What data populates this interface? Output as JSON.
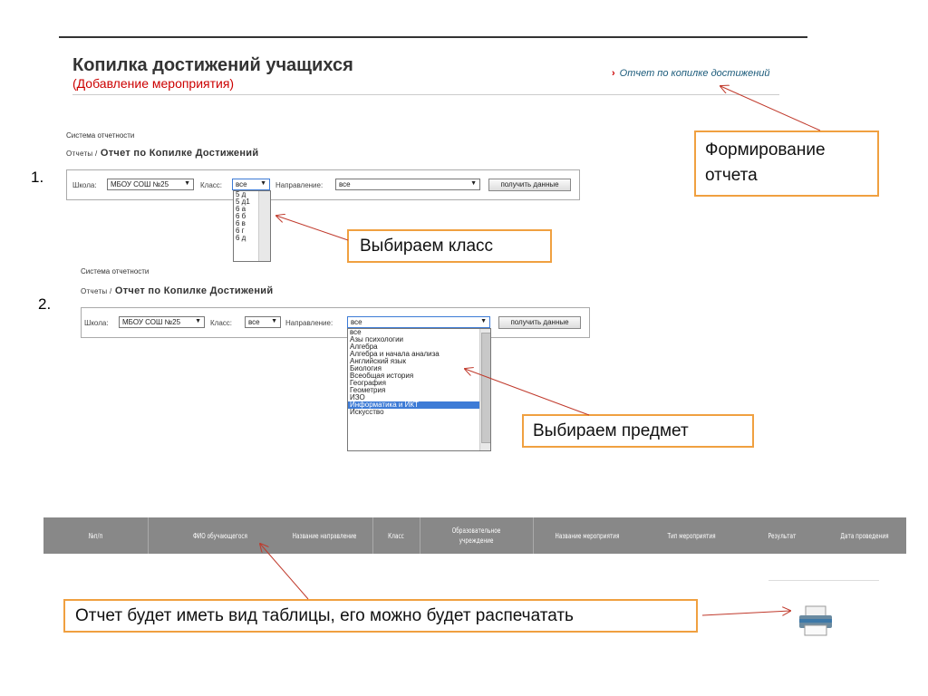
{
  "header": {
    "title": "Копилка достижений учащихся",
    "subtitle": "(Добавление мероприятия)",
    "report_link": "Отчет по копилке достижений",
    "chevron": "›"
  },
  "section1": {
    "number": "1.",
    "crumb": "Система отчетности",
    "heading_pre": "Отчеты /",
    "heading": "Отчет по Копилке Достижений",
    "school_label": "Школа:",
    "school_value": "МБОУ СОШ №25",
    "class_label": "Класс:",
    "class_value": "все",
    "direction_label": "Направление:",
    "direction_value": "все",
    "button": "получить данные",
    "class_options": [
      "5 д",
      "5 д1",
      "6 а",
      "6 б",
      "6 в",
      "6 г",
      "6 д"
    ]
  },
  "section2": {
    "number": "2.",
    "crumb": "Система отчетности",
    "heading_pre": "Отчеты /",
    "heading": "Отчет по Копилке Достижений",
    "school_label": "Школа:",
    "school_value": "МБОУ СОШ №25",
    "class_label": "Класс:",
    "class_value": "все",
    "direction_label": "Направление:",
    "direction_value": "все",
    "button": "получить данные",
    "direction_options": [
      "все",
      "Азы психологии",
      "Алгебра",
      "Алгебра и начала анализа",
      "Английский язык",
      "Биология",
      "Всеобщая история",
      "География",
      "Геометрия",
      "ИЗО",
      "Информатика и ИКТ",
      "Искусство"
    ],
    "selected_option": "Информатика и ИКТ"
  },
  "callouts": {
    "report": "Формирование отчета",
    "choose_class": "Выбираем класс",
    "choose_subject": "Выбираем предмет",
    "table_note": "Отчет будет иметь вид таблицы, его можно будет распечатать"
  },
  "table": {
    "headers": [
      "№п/п",
      "ФИО обучающегося",
      "Название направление",
      "Класс",
      "Образовательное учреждение",
      "Название мероприятия",
      "Тип мероприятия",
      "Результат",
      "Дата проведения"
    ]
  },
  "icons": {
    "printer": "printer-icon",
    "dropdown_arrow": "▼"
  },
  "colors": {
    "accent_red": "#cc0000",
    "callout_border": "#f0a040",
    "selection_blue": "#3d7bd6",
    "table_header": "#888888"
  }
}
